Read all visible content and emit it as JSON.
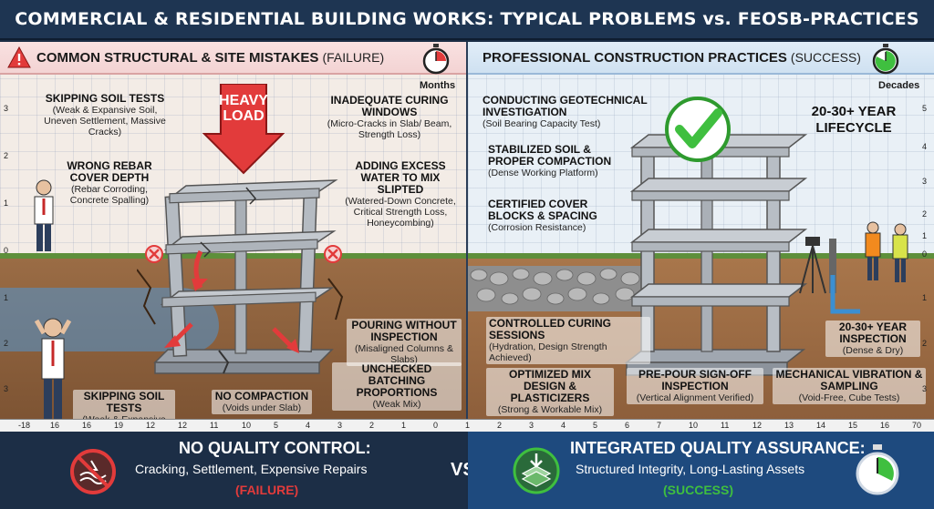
{
  "title": "COMMERCIAL & RESIDENTIAL BUILDING WORKS: TYPICAL PROBLEMS vs. FEOSB-PRACTICES",
  "left_panel": {
    "header": "COMMON STRUCTURAL & SITE MISTAKES",
    "tag": "(FAILURE)",
    "unit": "Months",
    "load_label": "HEAVY LOAD",
    "callouts": {
      "soil_top": {
        "title": "SKIPPING SOIL TESTS",
        "desc": "(Weak & Expansive Soil, Uneven Settlement, Massive Cracks)"
      },
      "rebar": {
        "title": "WRONG REBAR COVER DEPTH",
        "desc": "(Rebar Corroding, Concrete Spalling)"
      },
      "curing": {
        "title": "INADEQUATE CURING WINDOWS",
        "desc": "(Micro-Cracks in Slab/ Beam, Strength Loss)"
      },
      "water": {
        "title": "ADDING EXCESS WATER TO MIX",
        "desc": "(Watered-Down Concrete, Critical Strength Loss, Honeycombing)"
      },
      "slipped": "SLIPTED",
      "pouring": {
        "title": "POURING WITHOUT INSPECTION",
        "desc": "(Misaligned Columns & Slabs)"
      },
      "soil_bottom": {
        "title": "SKIPPING SOIL TESTS",
        "desc": "(Weak & Expansive Soil)"
      },
      "compaction": {
        "title": "NO COMPACTION",
        "desc": "(Voids under Slab)"
      },
      "batching": {
        "title": "UNCHECKED BATCHING PROPORTIONS",
        "desc": "(Weak Mix)"
      }
    },
    "axis_left": [
      "3",
      "2",
      "1",
      "0",
      "1",
      "2",
      "3"
    ]
  },
  "right_panel": {
    "header": "PROFESSIONAL CONSTRUCTION PRACTICES",
    "tag": "(SUCCESS)",
    "unit": "Decades",
    "lifecycle": "20-30+ YEAR LIFECYCLE",
    "callouts": {
      "geotech": {
        "title": "CONDUCTING GEOTECHNICAL INVESTIGATION",
        "desc": "(Soil Bearing Capacity Test)"
      },
      "stabilized": {
        "title": "STABILIZED SOIL & PROPER COMPACTION",
        "desc": "(Dense Working Platform)"
      },
      "cover": {
        "title": "CERTIFIED COVER BLOCKS & SPACING",
        "desc": "(Corrosion Resistance)"
      },
      "curing": {
        "title": "CONTROLLED CURING SESSIONS",
        "desc": "(Hydration, Design Strength Achieved)"
      },
      "inspection": {
        "title": "20-30+ YEAR INSPECTION",
        "desc": "(Dense & Dry)"
      },
      "mix": {
        "title": "OPTIMIZED MIX DESIGN & PLASTICIZERS",
        "desc": "(Strong & Workable Mix)"
      },
      "signoff": {
        "title": "PRE-POUR SIGN-OFF INSPECTION",
        "desc": "(Vertical Alignment Verified)"
      },
      "vibration": {
        "title": "MECHANICAL VIBRATION & SAMPLING",
        "desc": "(Void-Free, Cube Tests)"
      }
    },
    "axis_right": [
      "5",
      "4",
      "3",
      "2",
      "1",
      "0",
      "1",
      "2",
      "3"
    ]
  },
  "bottom_axis": [
    "-18",
    "16",
    "16",
    "19",
    "12",
    "12",
    "11",
    "10",
    "5",
    "4",
    "3",
    "2",
    "1",
    "0",
    "1",
    "2",
    "3",
    "4",
    "5",
    "6",
    "7",
    "10",
    "11",
    "12",
    "13",
    "14",
    "15",
    "16",
    "70"
  ],
  "footer": {
    "left_title": "NO QUALITY CONTROL:",
    "left_sub": "Cracking, Settlement, Expensive Repairs",
    "left_status": "(FAILURE)",
    "vs": "VS",
    "right_title": "INTEGRATED QUALITY ASSURANCE:",
    "right_sub": "Structured Integrity, Long-Lasting Assets",
    "right_status": "(SUCCESS)"
  },
  "colors": {
    "failure": "#e23b3b",
    "success": "#3fbf3f",
    "title_bg": "#1e3552",
    "footer_right_bg": "#1e4a7e"
  },
  "icons": [
    "warning-triangle-icon",
    "stopwatch-icon",
    "heavy-load-arrow-icon",
    "check-mark-icon",
    "prohibited-icon",
    "quality-shield-icon"
  ]
}
